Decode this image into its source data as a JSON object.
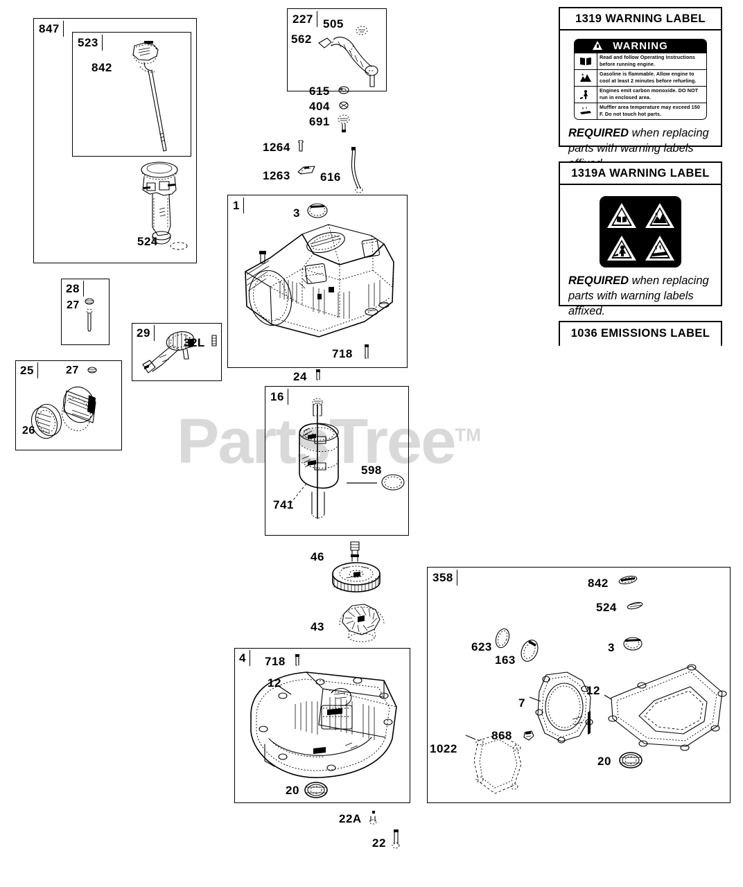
{
  "document": {
    "type": "parts-exploded-diagram",
    "watermark": "PartsTree",
    "watermark_tm": "TM"
  },
  "groups": {
    "g847": {
      "tag": "847"
    },
    "g523": {
      "tag": "523"
    },
    "g227": {
      "tag": "227"
    },
    "g28": {
      "tag": "28"
    },
    "g29": {
      "tag": "29"
    },
    "g25": {
      "tag": "25"
    },
    "g1": {
      "tag": "1"
    },
    "g16": {
      "tag": "16"
    },
    "g4": {
      "tag": "4"
    },
    "g358": {
      "tag": "358"
    }
  },
  "callouts": {
    "dipstick_842": "842",
    "dipstick_524": "524",
    "rocker_505": "505",
    "rocker_562": "562",
    "nut_615": "615",
    "washer_404": "404",
    "screw_691": "691",
    "pin_1264": "1264",
    "clip_1263": "1263",
    "rod_616": "616",
    "ring_3": "3",
    "screw_718_block": "718",
    "screw_24": "24",
    "plug_27_top": "27",
    "sleeve_28_part": "27",
    "conrod_32L": "32L",
    "piston_27": "27",
    "rings_26": "26",
    "starter_741": "741",
    "oring_598": "598",
    "gear_46": "46",
    "pinion_43": "43",
    "sump_718": "718",
    "sump_12": "12",
    "seal_20": "20",
    "screw_22A": "22A",
    "screw_22": "22",
    "gs_842": "842",
    "gs_524": "524",
    "gs_623": "623",
    "gs_163": "163",
    "gs_3": "3",
    "gs_7": "7",
    "gs_12": "12",
    "gs_868": "868",
    "gs_1022": "1022",
    "gs_20": "20"
  },
  "panels": [
    {
      "id": "warning-1319",
      "title": "1319 WARNING LABEL",
      "decal": {
        "banner": "WARNING",
        "rows": [
          {
            "icon": "manual-icon",
            "text": "Read and follow Operating\nInstructions before running engine."
          },
          {
            "icon": "fuel-fire-icon",
            "text": "Gasoline is flammable. Allow engine to\ncool at least 2 minutes before refueling."
          },
          {
            "icon": "exhaust-icon",
            "text": "Engines emit carbon monoxide.\nDO NOT run in enclosed area."
          },
          {
            "icon": "hot-muffler-icon",
            "text": "Muffler area temperature may exceed\n150 F. Do not touch hot parts."
          }
        ]
      },
      "required_text_bold": "REQUIRED",
      "required_text_rest": " when replacing parts with warning labels affixed."
    },
    {
      "id": "warning-1319A",
      "title": "1319A WARNING LABEL",
      "pictograms": [
        "manual-icon",
        "fuel-fire-icon",
        "exhaust-icon",
        "hot-muffler-icon"
      ],
      "required_text_bold": "REQUIRED",
      "required_text_rest": " when replacing parts with warning labels affixed."
    },
    {
      "id": "emissions-1036",
      "title": "1036 EMISSIONS LABEL"
    }
  ]
}
